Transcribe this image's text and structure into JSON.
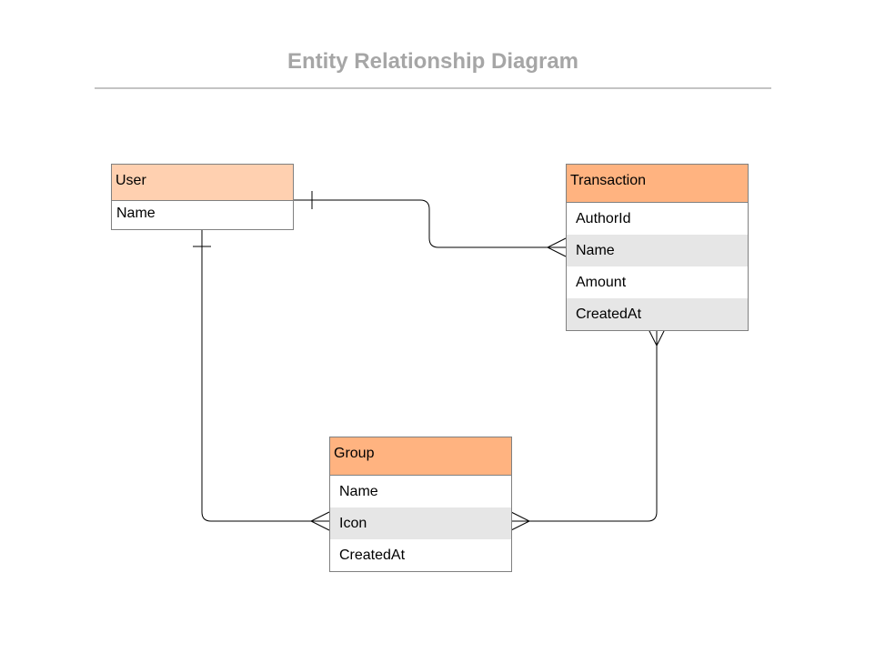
{
  "diagram": {
    "title": "Entity Relationship Diagram"
  },
  "colors": {
    "title": "#a6a6a6",
    "user_header": "#ffd0b0",
    "entity_header": "#ffb380",
    "row_shade": "#e6e6e6",
    "border": "#808080",
    "line": "#000000"
  },
  "entities": {
    "user": {
      "name": "User",
      "fields": [
        "Name"
      ]
    },
    "transaction": {
      "name": "Transaction",
      "fields": [
        "AuthorId",
        "Name",
        "Amount",
        "CreatedAt"
      ]
    },
    "group": {
      "name": "Group",
      "fields": [
        "Name",
        "Icon",
        "CreatedAt"
      ]
    }
  },
  "relationships": [
    {
      "from": "User",
      "from_cardinality": "one",
      "to": "Transaction.Name",
      "to_cardinality": "many"
    },
    {
      "from": "User",
      "from_cardinality": "one",
      "to": "Group.Icon",
      "to_cardinality": "many"
    },
    {
      "from": "Transaction",
      "from_cardinality": "many",
      "to": "Group.Icon",
      "to_cardinality": "many"
    }
  ]
}
